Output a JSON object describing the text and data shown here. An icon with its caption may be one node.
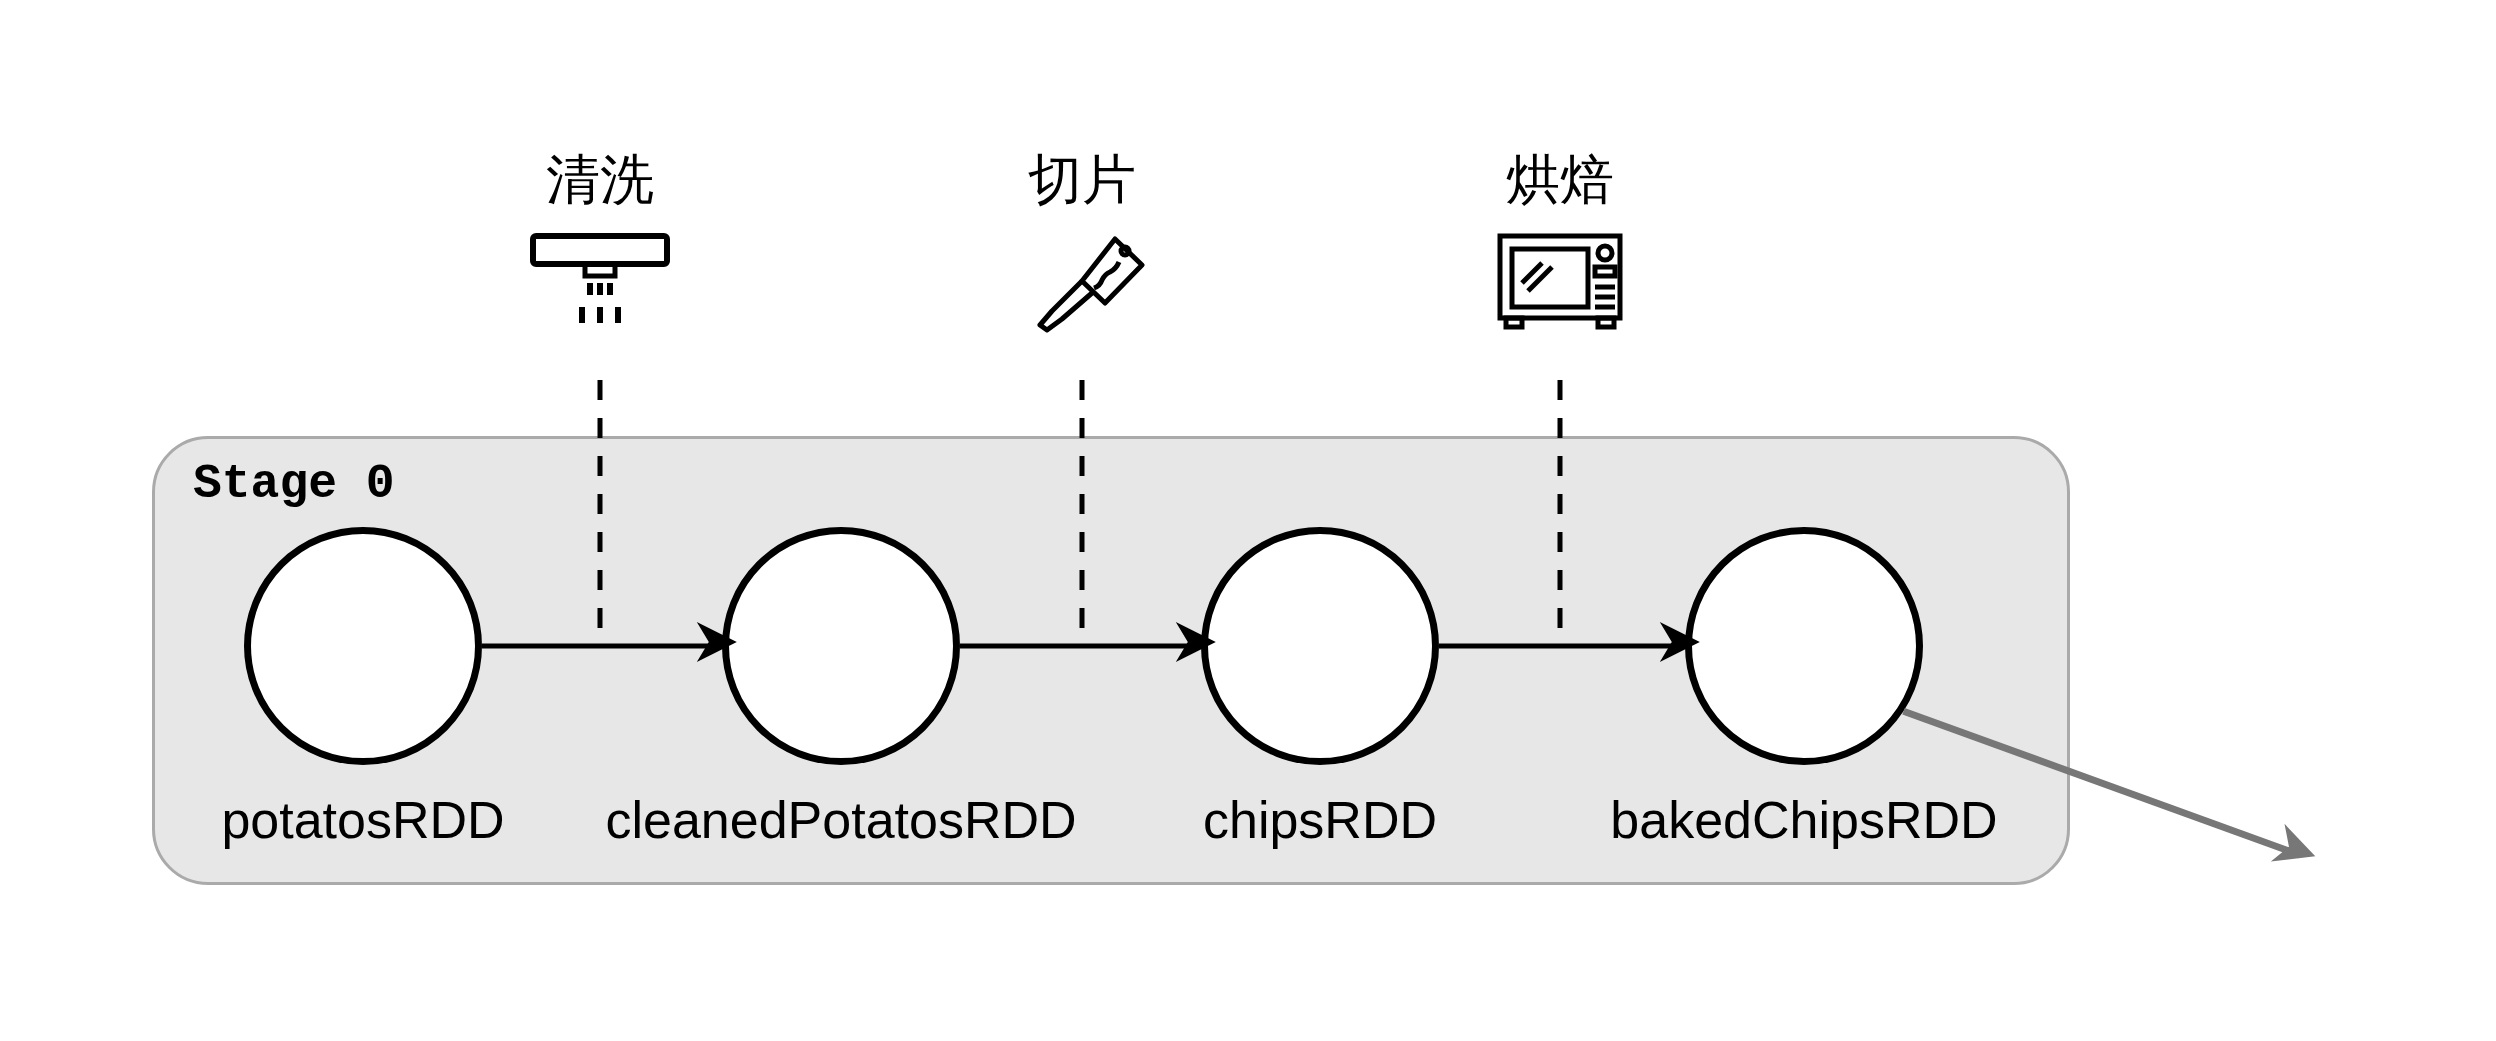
{
  "diagram": {
    "nodes": [
      {
        "text": [
          "Stage 0"
        ]
      },
      {
        "text": [],
        "shape": "circle",
        "in": 0,
        "beside": [
          "potatosRDD"
        ]
      },
      {
        "text": [],
        "shape": "circle",
        "in": 0,
        "beside": [
          "cleanedPotatosRDD"
        ]
      },
      {
        "text": [],
        "shape": "circle",
        "in": 0,
        "beside": [
          "chipsRDD"
        ]
      },
      {
        "text": [],
        "shape": "circle",
        "in": 0,
        "beside": [
          "bakedChipsRDD"
        ]
      },
      {
        "text": [
          "清洗"
        ]
      },
      {
        "text": [
          "切片"
        ]
      },
      {
        "text": [
          "烘焙"
        ]
      }
    ],
    "edges": [
      {
        "from": 1,
        "to": 2,
        "arrow": "to"
      },
      {
        "from": 2,
        "to": 3,
        "arrow": "to"
      },
      {
        "from": 3,
        "to": 4,
        "arrow": "to"
      },
      {
        "from": 5,
        "to": null,
        "arrow": "none",
        "style": "dashed"
      },
      {
        "from": 6,
        "to": null,
        "arrow": "none",
        "style": "dashed"
      },
      {
        "from": 7,
        "to": null,
        "arrow": "none",
        "style": "dashed"
      },
      {
        "from": 4,
        "to": null,
        "arrow": "to",
        "color": "#777777"
      }
    ]
  }
}
